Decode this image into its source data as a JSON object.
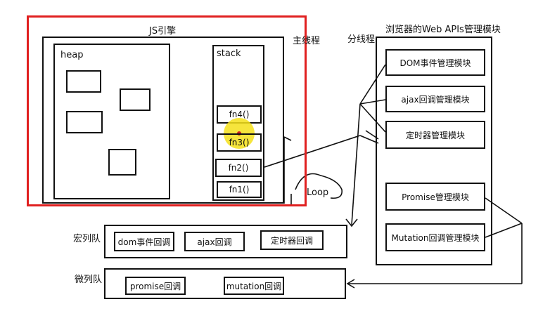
{
  "engine": {
    "title": "JS引擎"
  },
  "main_thread_label": "主线程",
  "sub_thread_label": "分线程",
  "heap": {
    "label": "heap"
  },
  "stack": {
    "label": "stack",
    "frames": [
      "fn4()",
      "fn3()",
      "fn2()",
      "fn1()"
    ]
  },
  "web_apis": {
    "title": "浏览器的Web APIs管理模块",
    "modules": [
      "DOM事件管理模块",
      "ajax回调管理模块",
      "定时器管理模块",
      "Promise管理模块",
      "Mutation回调管理模块"
    ]
  },
  "event_loop_label": "Loop",
  "macro_queue": {
    "label": "宏列队",
    "items": [
      "dom事件回调",
      "ajax回调",
      "定时器回调"
    ]
  },
  "micro_queue": {
    "label": "微列队",
    "items": [
      "promise回调",
      "mutation回调"
    ]
  },
  "colors": {
    "highlight_border": "#e02020",
    "cursor_dot": "#f5e11a",
    "cursor_center": "#d22020"
  }
}
